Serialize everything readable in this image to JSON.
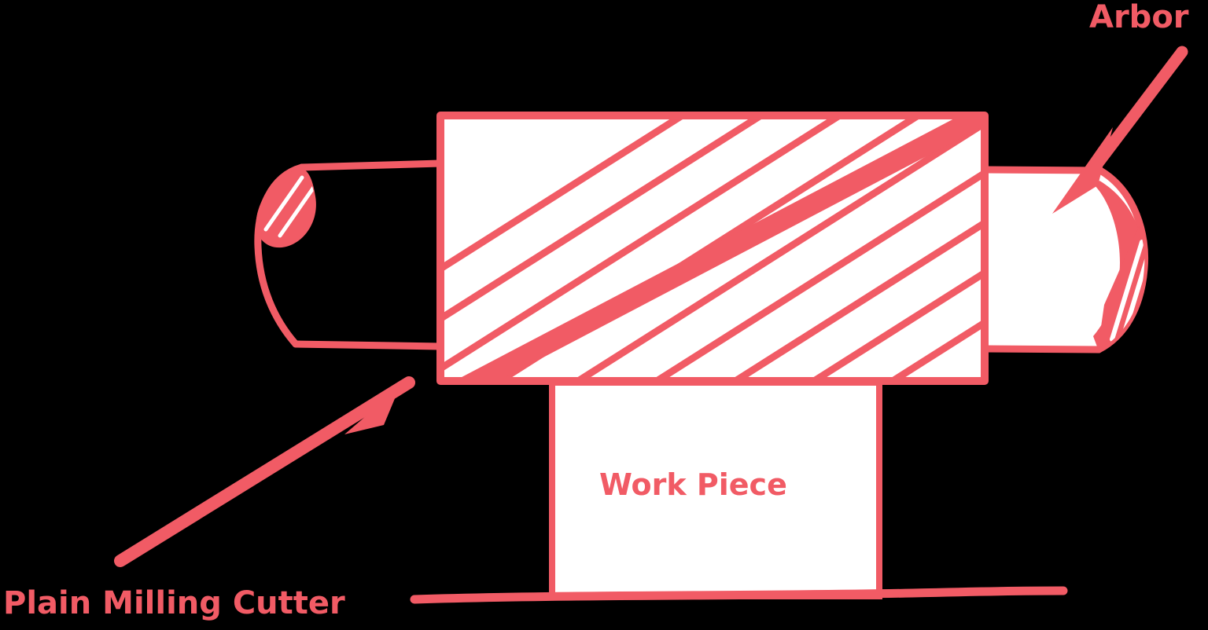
{
  "diagram": {
    "title": "Plain Milling Cutter",
    "subject": "milling operation cross-section",
    "background_color": "#000000",
    "accent_color": "#F15B65",
    "fill_color": "#FFFFFF",
    "labels": {
      "arbor": "Arbor",
      "plain_milling_cutter": "Plain Milling Cutter",
      "work_piece": "Work Piece"
    },
    "parts": [
      {
        "name": "cutter-body",
        "label": "Plain Milling Cutter",
        "shape": "hatched-rectangle",
        "hatch_angle_deg": 29,
        "hatch_count": 9
      },
      {
        "name": "arbor-left-section",
        "label": "Arbor",
        "shape": "rounded-end-bar",
        "fill": "none"
      },
      {
        "name": "arbor-right-section",
        "label": "Arbor",
        "shape": "rounded-end-bar",
        "fill": "#FFFFFF"
      },
      {
        "name": "work-piece",
        "label": "Work Piece",
        "shape": "rectangle",
        "fill": "#FFFFFF"
      },
      {
        "name": "table-baseline",
        "label": "",
        "shape": "line"
      }
    ],
    "leaders": [
      {
        "name": "arbor-leader",
        "from": "Arbor",
        "direction": "upper-right-to-lower-left",
        "arrow": true
      },
      {
        "name": "cutter-leader",
        "from": "Plain Milling Cutter",
        "direction": "lower-left-to-upper-right",
        "arrow": true
      }
    ]
  }
}
